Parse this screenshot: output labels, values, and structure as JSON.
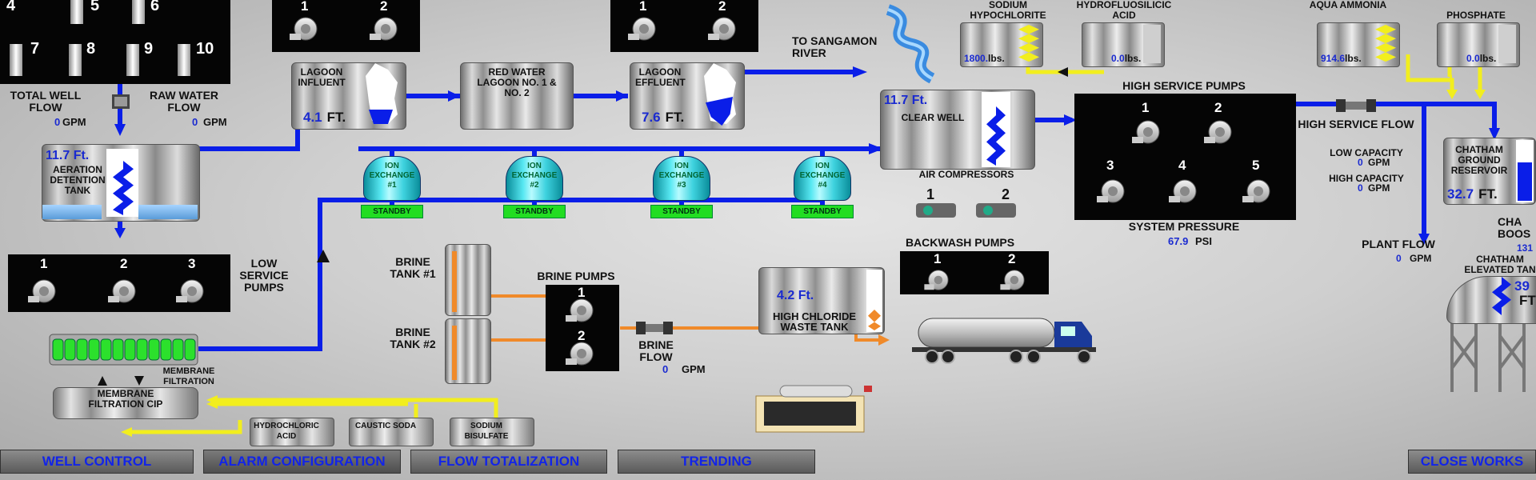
{
  "wells": {
    "numbers": [
      "4",
      "5",
      "6",
      "7",
      "8",
      "9",
      "10"
    ]
  },
  "well_flow": {
    "total_label": "TOTAL WELL FLOW",
    "total_value": "0",
    "raw_label": "RAW WATER FLOW",
    "raw_value": "0",
    "unit": "GPM"
  },
  "aeration_tank": {
    "label": "AERATION DETENTION TANK",
    "level": "11.7 Ft."
  },
  "low_service_pumps": {
    "label": "LOW SERVICE PUMPS",
    "numbers": [
      "1",
      "2",
      "3"
    ]
  },
  "membrane": {
    "label": "MEMBRANE FILTRATION",
    "cip_label": "MEMBRANE FILTRATION CIP"
  },
  "cip_chemicals": [
    "HYDROCHLORIC ACID",
    "CAUSTIC SODA",
    "SODIUM BISULFATE"
  ],
  "lagoon_influent": {
    "label": "LAGOON INFLUENT",
    "level": "4.1",
    "unit": "FT.",
    "pump_numbers": [
      "1",
      "2"
    ]
  },
  "red_water_lagoon": {
    "label": "RED WATER LAGOON NO. 1 & NO. 2"
  },
  "lagoon_effluent": {
    "label": "LAGOON EFFLUENT",
    "level": "7.6",
    "unit": "FT.",
    "pump_numbers": [
      "1",
      "2"
    ]
  },
  "river": {
    "label": "TO SANGAMON RIVER"
  },
  "ion_exchange": {
    "units": [
      {
        "label": "ION EXCHANGE #1",
        "status": "STANDBY"
      },
      {
        "label": "ION EXCHANGE #2",
        "status": "STANDBY"
      },
      {
        "label": "ION EXCHANGE #3",
        "status": "STANDBY"
      },
      {
        "label": "ION EXCHANGE #4",
        "status": "STANDBY"
      }
    ]
  },
  "brine": {
    "tank1": "BRINE TANK #1",
    "tank2": "BRINE TANK #2",
    "pumps_label": "BRINE PUMPS",
    "pump_numbers": [
      "1",
      "2"
    ],
    "flow_label": "BRINE FLOW",
    "flow_value": "0",
    "flow_unit": "GPM"
  },
  "clear_well": {
    "label": "CLEAR WELL",
    "level": "11.7 Ft."
  },
  "air_compressors": {
    "label": "AIR COMPRESSORS",
    "numbers": [
      "1",
      "2"
    ]
  },
  "backwash_pumps": {
    "label": "BACKWASH PUMPS",
    "numbers": [
      "1",
      "2"
    ]
  },
  "high_chloride_tank": {
    "label": "HIGH CHLORIDE WASTE TANK",
    "level": "4.2  Ft."
  },
  "chemicals": {
    "sodium_hypochlorite": {
      "label": "SODIUM HYPOCHLORITE",
      "value": "1800.",
      "unit": "lbs."
    },
    "hydrofluosilicic_acid": {
      "label": "HYDROFLUOSILICIC ACID",
      "value": "0.0",
      "unit": "lbs."
    },
    "aqua_ammonia": {
      "label": "AQUA AMMONIA",
      "value": "914.6",
      "unit": "lbs."
    },
    "phosphate": {
      "label": "PHOSPHATE",
      "value": "0.0",
      "unit": "lbs."
    }
  },
  "high_service_pumps": {
    "label": "HIGH SERVICE PUMPS",
    "numbers": [
      "1",
      "2",
      "3",
      "4",
      "5"
    ]
  },
  "system_pressure": {
    "label": "SYSTEM PRESSURE",
    "value": "67.9",
    "unit": "PSI"
  },
  "high_service_flow": {
    "label": "HIGH SERVICE FLOW",
    "low_label": "LOW CAPACITY",
    "low_value": "0",
    "high_label": "HIGH CAPACITY",
    "high_value": "0",
    "unit": "GPM"
  },
  "plant_flow": {
    "label": "PLANT FLOW",
    "value": "0",
    "unit": "GPM"
  },
  "ground_reservoir": {
    "label": "CHATHAM GROUND RESERVOIR",
    "level": "32.7",
    "unit": "FT."
  },
  "booster": {
    "label": "CHA BOOS",
    "value": "131"
  },
  "elevated_tank": {
    "label": "CHATHAM ELEVATED TAN",
    "level": "39",
    "unit": "FT"
  },
  "nav": [
    "WELL CONTROL",
    "ALARM CONFIGURATION",
    "FLOW TOTALIZATION",
    "TRENDING",
    "CLOSE WORKS"
  ],
  "colors": {
    "water": "#0a1ee8",
    "chemical": "#f2ee1e",
    "brine": "#f08a2a",
    "standby": "#22dd22",
    "value_text": "#1a2ad0"
  }
}
